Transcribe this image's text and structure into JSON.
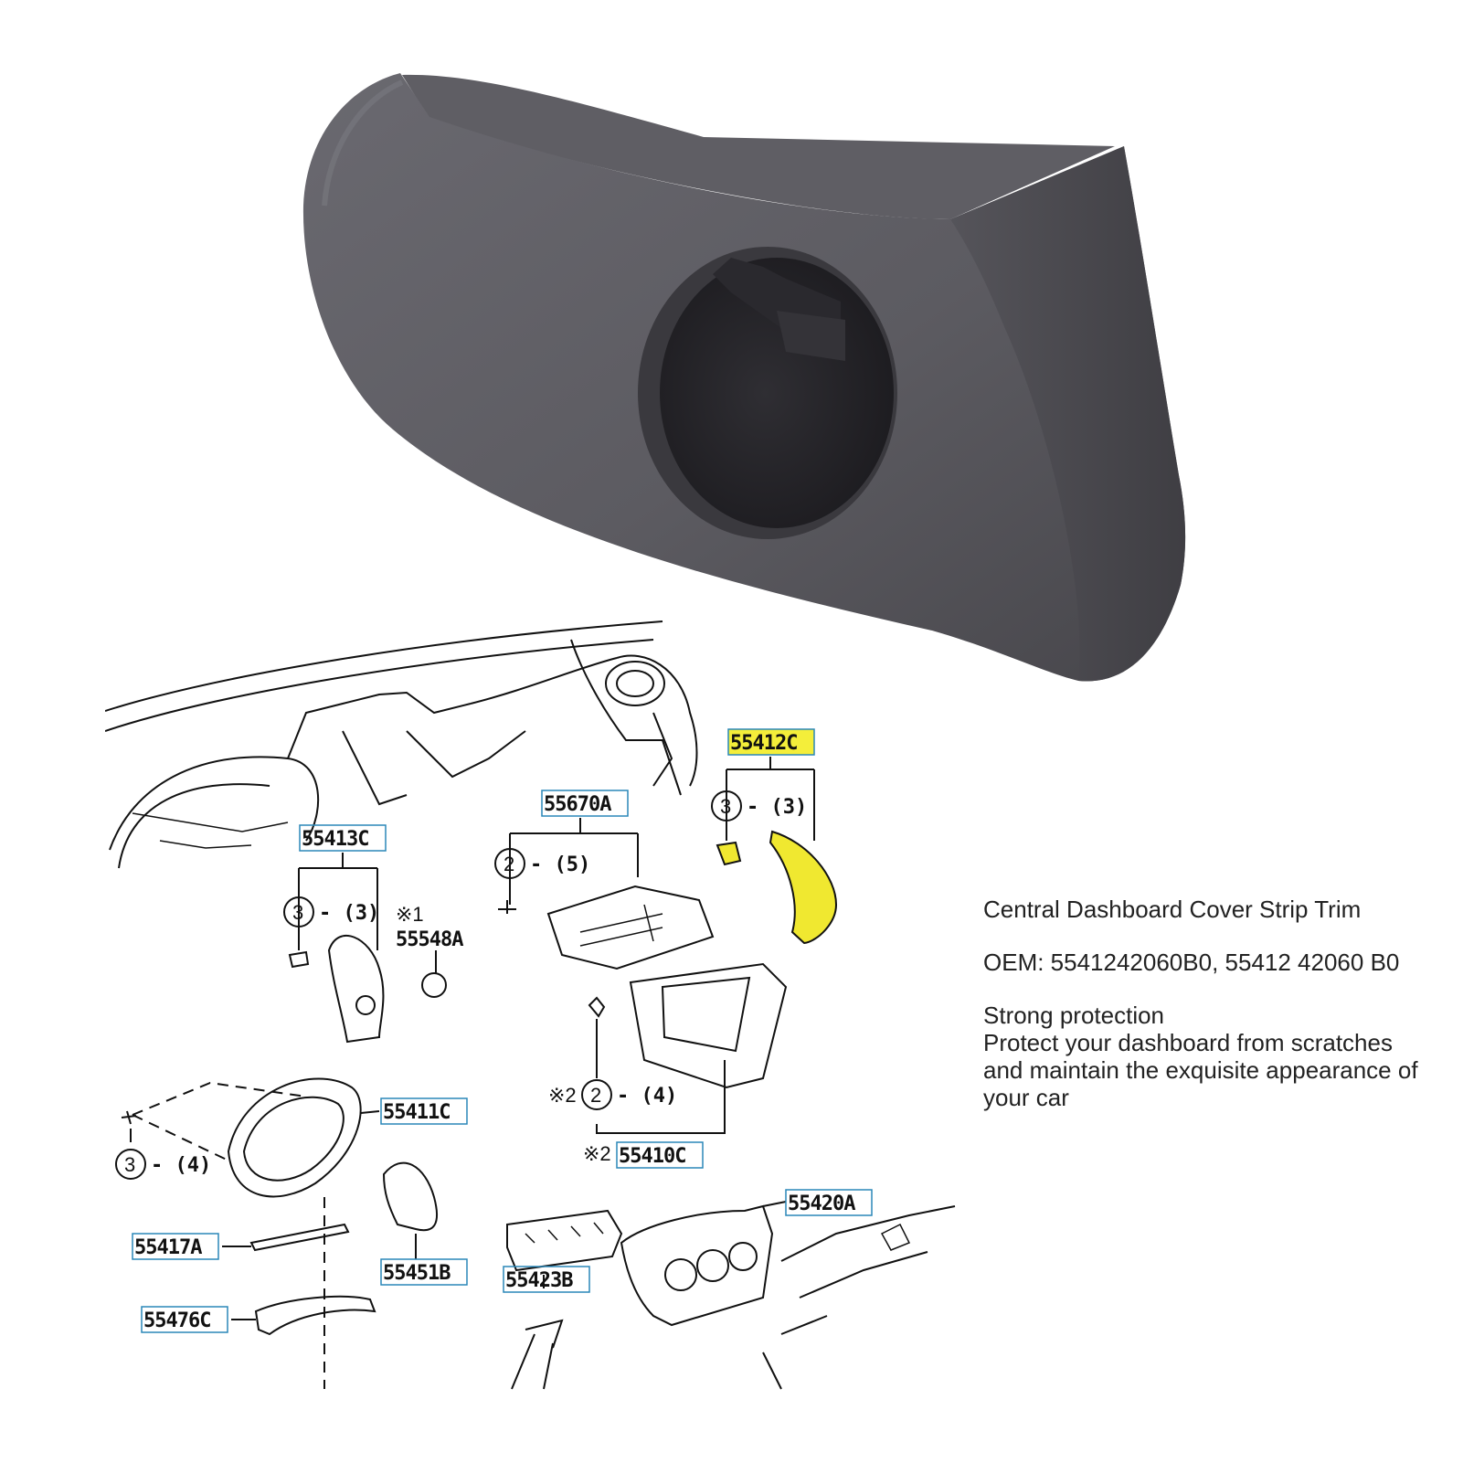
{
  "description": {
    "title": "Central Dashboard Cover Strip Trim",
    "oem": "OEM: 5541242060B0, 55412 42060 B0",
    "feature_heading": "Strong protection",
    "feature_text": "Protect your dashboard from scratches and maintain the exquisite appearance of your car"
  },
  "diagram": {
    "labels": {
      "p55412c": "55412C",
      "p55670a": "55670A",
      "p55413c": "55413C",
      "p55548a": "55548A",
      "p55411c": "55411C",
      "p55410c": "55410C",
      "p55420a": "55420A",
      "p55417a": "55417A",
      "p55451b": "55451B",
      "p55423b": "55423B",
      "p55476c": "55476C"
    },
    "refs": {
      "r1": "※1",
      "r2a": "※2",
      "r2b": "※2"
    },
    "qty": {
      "q_55412c": {
        "circle": "3",
        "count": "- (3)"
      },
      "q_55670a": {
        "circle": "2",
        "count": "- (5)"
      },
      "q_55413c": {
        "circle": "3",
        "count": "- (3)"
      },
      "q_55410c": {
        "circle": "2",
        "count": "- (4)"
      },
      "q_55411c": {
        "circle": "3",
        "count": "- (4)"
      }
    },
    "colors": {
      "highlight": "#f4ee3a",
      "label_box": "#2a87b8",
      "part_gray": "#5e5d62"
    }
  }
}
